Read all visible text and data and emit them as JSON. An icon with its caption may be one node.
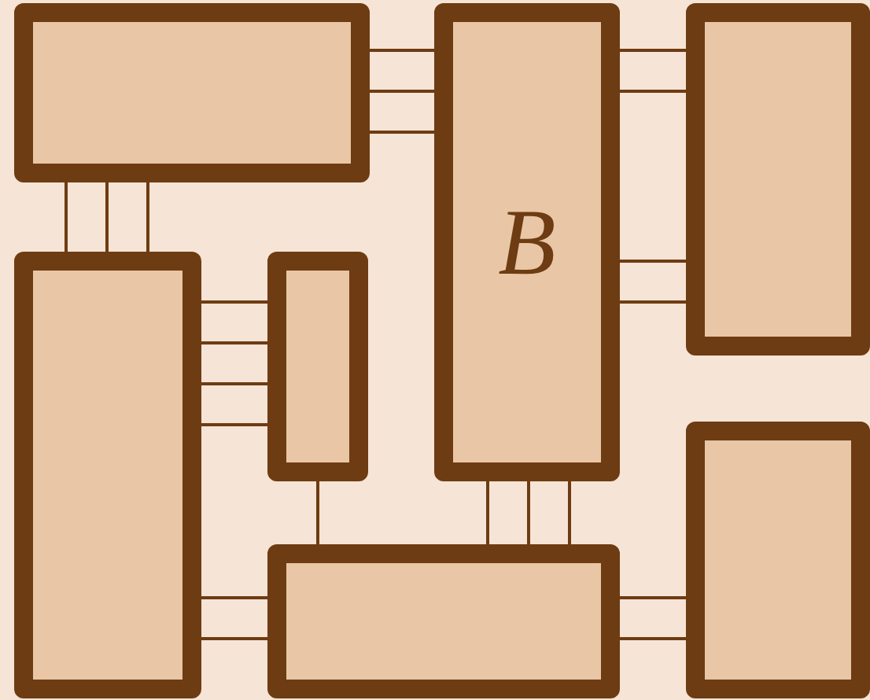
{
  "diagram": {
    "nodes": [
      {
        "text": [],
        "shape": "box"
      },
      {
        "text": [
          "B"
        ]
      },
      {
        "text": [],
        "shape": "box"
      },
      {
        "text": [],
        "shape": "box"
      },
      {
        "text": [],
        "shape": "box"
      },
      {
        "text": [],
        "shape": "box"
      },
      {
        "text": [],
        "shape": "box"
      }
    ],
    "edges": [
      {
        "from": 0,
        "to": 1,
        "arrow": "none"
      },
      {
        "from": 0,
        "to": 1,
        "arrow": "none"
      },
      {
        "from": 0,
        "to": 1,
        "arrow": "none"
      },
      {
        "from": 1,
        "to": 2,
        "arrow": "none"
      },
      {
        "from": 1,
        "to": 2,
        "arrow": "none"
      },
      {
        "from": 1,
        "to": 2,
        "arrow": "none"
      },
      {
        "from": 1,
        "to": 2,
        "arrow": "none"
      },
      {
        "from": 0,
        "to": 3,
        "arrow": "none"
      },
      {
        "from": 0,
        "to": 3,
        "arrow": "none"
      },
      {
        "from": 0,
        "to": 3,
        "arrow": "none"
      },
      {
        "from": 3,
        "to": 4,
        "arrow": "none"
      },
      {
        "from": 3,
        "to": 4,
        "arrow": "none"
      },
      {
        "from": 3,
        "to": 4,
        "arrow": "none"
      },
      {
        "from": 3,
        "to": 4,
        "arrow": "none"
      },
      {
        "from": 4,
        "to": 5,
        "arrow": "none"
      },
      {
        "from": 1,
        "to": 5,
        "arrow": "none"
      },
      {
        "from": 1,
        "to": 5,
        "arrow": "none"
      },
      {
        "from": 1,
        "to": 5,
        "arrow": "none"
      },
      {
        "from": 3,
        "to": 5,
        "arrow": "none"
      },
      {
        "from": 3,
        "to": 5,
        "arrow": "none"
      },
      {
        "from": 5,
        "to": 6,
        "arrow": "none"
      },
      {
        "from": 5,
        "to": 6,
        "arrow": "none"
      }
    ]
  }
}
